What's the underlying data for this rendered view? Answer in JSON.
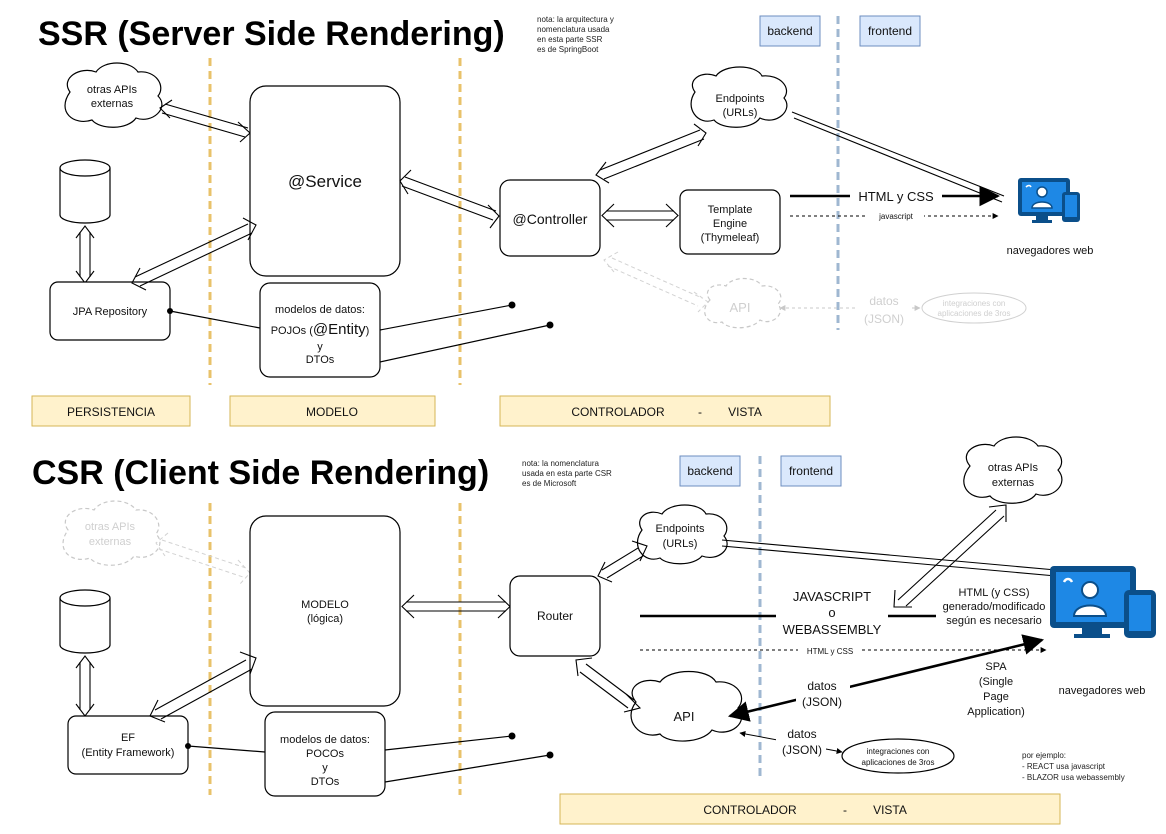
{
  "ssr": {
    "title": "SSR (Server Side Rendering)",
    "note": [
      "nota: la arquitectura y",
      "nomenclatura usada",
      "en esta parte SSR",
      "es de SpringBoot"
    ],
    "tag_backend": "backend",
    "tag_frontend": "frontend",
    "cloud_apis": [
      "otras APIs",
      "externas"
    ],
    "cloud_endpoints": [
      "Endpoints",
      "(URLs)"
    ],
    "service": "@Service",
    "controller": "@Controller",
    "template_engine": [
      "Template",
      "Engine",
      "(Thymeleaf)"
    ],
    "repository": "JPA Repository",
    "models": [
      "modelos de datos:",
      "POJOs (",
      "@Entity",
      ")",
      "y",
      "DTOs"
    ],
    "html_css": "HTML y CSS",
    "javascript": "javascript",
    "browsers": "navegadores web",
    "api_faded": "API",
    "datos_faded": [
      "datos",
      "(JSON)"
    ],
    "integraciones_faded": [
      "integraciones con",
      "aplicaciones de 3ros"
    ],
    "layers": {
      "persistencia": "PERSISTENCIA",
      "modelo": "MODELO",
      "controlador": "CONTROLADOR",
      "dash": "-",
      "vista": "VISTA"
    }
  },
  "csr": {
    "title": "CSR (Client Side Rendering)",
    "note": [
      "nota: la nomenclatura",
      "usada en esta parte CSR",
      "es de Microsoft"
    ],
    "tag_backend": "backend",
    "tag_frontend": "frontend",
    "cloud_apis_faded": [
      "otras APIs",
      "externas"
    ],
    "cloud_apis": [
      "otras APIs",
      "externas"
    ],
    "cloud_endpoints": [
      "Endpoints",
      "(URLs)"
    ],
    "modelo": [
      "MODELO",
      "(lógica)"
    ],
    "router": "Router",
    "ef": [
      "EF",
      "(Entity Framework)"
    ],
    "models": [
      "modelos de datos:",
      "POCOs",
      "y",
      "DTOs"
    ],
    "js_wasm": [
      "JAVASCRIPT",
      "o",
      "WEBASSEMBLY"
    ],
    "html_generated": [
      "HTML (y CSS)",
      "generado/modificado",
      "según es necesario"
    ],
    "html_css_small": "HTML y CSS",
    "spa": [
      "SPA",
      "(Single",
      "Page",
      "Application)"
    ],
    "datos_big": [
      "datos",
      "(JSON)"
    ],
    "api": "API",
    "datos_api": [
      "datos",
      "(JSON)"
    ],
    "integraciones": [
      "integraciones con",
      "aplicaciones de 3ros"
    ],
    "browsers": "navegadores web",
    "ejemplo": [
      "por ejemplo:",
      "- REACT usa javascript",
      "- BLAZOR usa webassembly"
    ],
    "layers": {
      "controlador": "CONTROLADOR",
      "dash": "-",
      "vista": "VISTA"
    }
  },
  "icon_names": [
    "database-icon",
    "cloud-icon",
    "browser-devices-icon"
  ],
  "colors": {
    "layer_fill": "#fff2cc",
    "layer_stroke": "#d6b656",
    "tag_fill": "#dae8fc",
    "tag_stroke": "#6c8ebf",
    "separator_yellow": "#e8c26a",
    "separator_blue": "#9fb7d1",
    "device_blue": "#1e88e5",
    "device_dark": "#0b4f8a"
  }
}
